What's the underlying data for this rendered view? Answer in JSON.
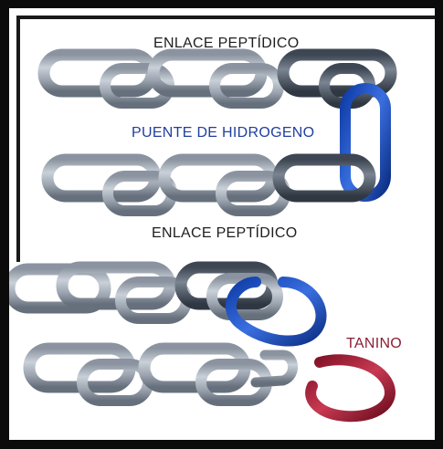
{
  "labels": {
    "peptide_top": "ENLACE PEPTÍDICO",
    "hydrogen_bridge": "PUENTE DE HIDROGENO",
    "peptide_bottom": "ENLACE PEPTÍDICO",
    "tannin": "TANINO"
  },
  "colors": {
    "frame": "#0b0b0b",
    "steel_light": "#b4bcc6",
    "steel_dark": "#4a5563",
    "hydrogen_link": "#1f4fb8",
    "tannin_link": "#a0192f"
  }
}
